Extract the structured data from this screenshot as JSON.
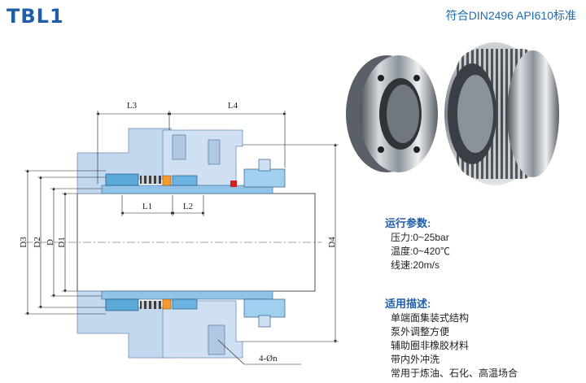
{
  "title": "TBL1",
  "standard": "符合DIN2496  API610标准",
  "diagram": {
    "labels": {
      "L3": "L3",
      "L4": "L4",
      "L1": "L1",
      "L2": "L2",
      "D3": "D3",
      "D2": "D2",
      "D": "D",
      "D1": "D1",
      "D4": "D4",
      "holes": "4-Øn"
    }
  },
  "params": {
    "heading": "运行参数:",
    "lines": [
      "压力:0~25bar",
      "温度:0~420℃",
      "线速:20m/s"
    ]
  },
  "features": {
    "heading": "适用描述:",
    "lines": [
      "单端面集装式结构",
      "泵外调整方便",
      "辅助圈非橡胶材料",
      "带内外冲洗",
      "常用于炼油、石化、高温场合"
    ]
  },
  "colors": {
    "brand": "#1f5ea8",
    "housing": "#c3d8ee",
    "shaft_section": "#8fc4e8",
    "metal": "#9aa3ab"
  }
}
